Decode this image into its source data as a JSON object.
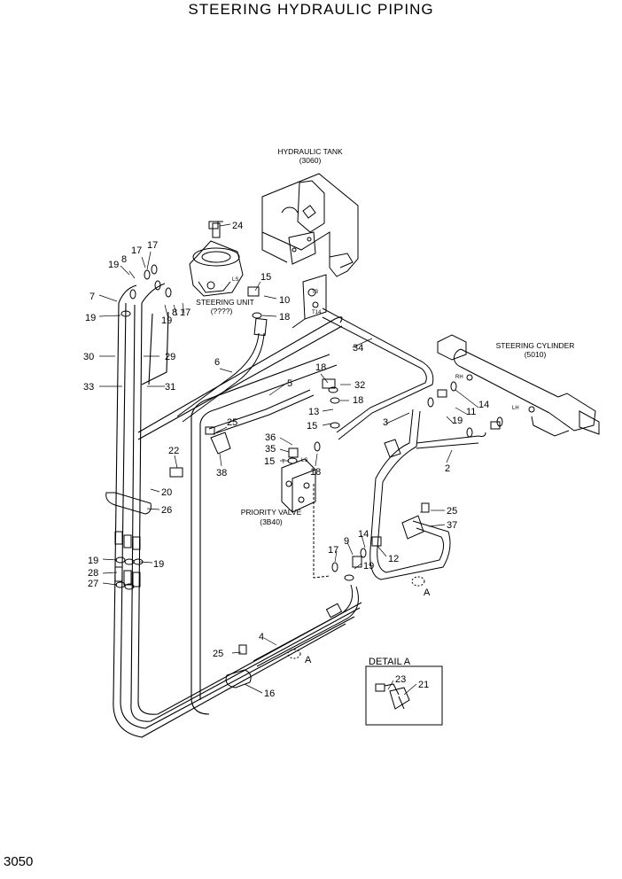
{
  "title": "STEERING HYDRAULIC PIPING",
  "page_number": "3050",
  "labels": {
    "hydraulic_tank": "HYDRAULIC TANK",
    "hydraulic_tank_code": "(3060)",
    "steering_unit": "STEERING UNIT",
    "steering_unit_code": "(????)",
    "steering_cylinder": "STEERING CYLINDER",
    "steering_cylinder_code": "(5010)",
    "priority_valve": "PRIORITY VALVE",
    "priority_valve_code": "(3B40)",
    "detail_a": "DETAIL A",
    "section_a1": "A",
    "section_a2": "A",
    "port_ls": "LS",
    "port_ls2": "LS",
    "port_t3": "T3",
    "port_t14": "T14",
    "port_rh": "RH",
    "port_lh": "LH",
    "port_t": "T"
  },
  "callouts": [
    "24",
    "17",
    "17",
    "19",
    "8",
    "15",
    "10",
    "18",
    "7",
    "19",
    "8",
    "19",
    "17",
    "30",
    "29",
    "6",
    "5",
    "34",
    "33",
    "31",
    "18",
    "32",
    "18",
    "13",
    "15",
    "36",
    "35",
    "15",
    "18",
    "25",
    "22",
    "38",
    "20",
    "26",
    "3",
    "14",
    "11",
    "19",
    "2",
    "25",
    "37",
    "19",
    "19",
    "28",
    "27",
    "17",
    "9",
    "14",
    "12",
    "19",
    "4",
    "25",
    "16",
    "23",
    "21"
  ]
}
